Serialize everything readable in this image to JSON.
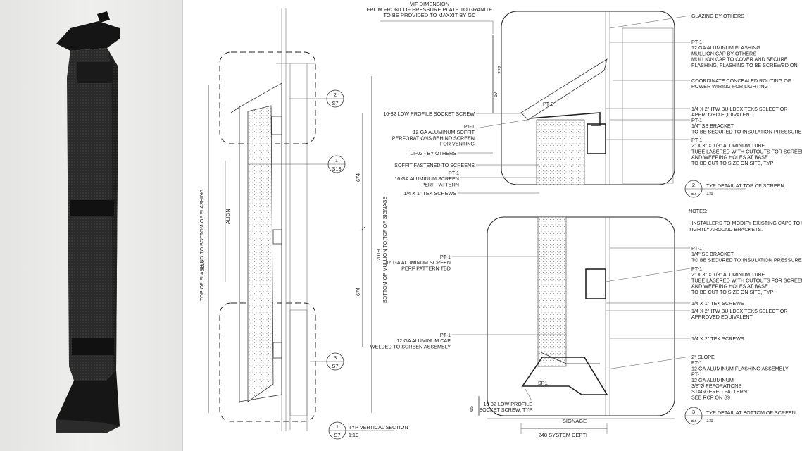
{
  "colors": {
    "render_bg": "#e9e9e7",
    "steel": "#1f1f1f",
    "line": "#333333"
  },
  "vertical_section": {
    "dims": {
      "top_to_bottom_flashing": "2016",
      "top_to_bottom_flashing_label": "TOP OF FLASHING TO BOTTOM OF FLASHING",
      "mullion_to_signage": "2019",
      "mullion_to_signage_label": "BOTTOM OF MULLION TO TOP OF SIGNAGE",
      "spacing_1": "674",
      "spacing_2": "674",
      "align": "ALIGN"
    },
    "callouts": [
      {
        "num": "2",
        "sheet": "S7"
      },
      {
        "num": "1",
        "sheet": "S13"
      },
      {
        "num": "3",
        "sheet": "S7"
      }
    ],
    "title": {
      "num": "1",
      "sheet": "S7",
      "name": "TYP VERTICAL SECTION",
      "scale": "1:10"
    }
  },
  "top_detail": {
    "vif": [
      "VIF DIMENSION",
      "FROM FRONT OF PRESSURE PLATE TO GRANITE",
      "TO BE PROVIDED TO MAXXIT BY GC"
    ],
    "dims": {
      "d1": "227",
      "d2": "57"
    },
    "tag": "PT-2",
    "left_notes": [
      [
        "10-32 LOW PROFILE SOCKET SCREW"
      ],
      [
        "PT-1",
        "12 GA ALUMINUM SOFFIT",
        "PERFORATIONS BEHIND SCREEN",
        "FOR VENTING"
      ],
      [
        "LT-02 - BY OTHERS"
      ],
      [
        "SOFFIT FASTENED TO SCREENS"
      ],
      [
        "PT-1",
        "16 GA ALUMINUM SCREEN",
        "PERF PATTERN"
      ],
      [
        "1/4 X 1\" TEK SCREWS"
      ]
    ],
    "right_notes": [
      [
        "GLAZING BY OTHERS"
      ],
      [
        "PT-1",
        "12 GA ALUMINUM FLASHING",
        "MULLION CAP BY OTHERS",
        "MULLION CAP TO COVER AND SECURE",
        "FLASHING, FLASHING TO BE SCREWED ON"
      ],
      [
        "COORDINATE CONCEALED ROUTING OF",
        "POWER WIRING FOR LIGHTING"
      ],
      [
        "1/4 X 2\" ITW BUILDEX TEKS SELECT OR",
        "APPROVED EQUIVALENT"
      ],
      [
        "PT-1",
        "1/4\" SS BRACKET",
        "TO BE SECURED TO INSULATION PRESSURE PLATE"
      ],
      [
        "PT-1",
        "2\" X 3\" X 1/8\" ALUMINUM TUBE",
        "TUBE LASERED WITH CUTOUTS FOR SCREEN",
        "AND WEEPING HOLES AT BASE",
        "TO BE CUT TO SIZE ON SITE, TYP"
      ]
    ],
    "title": {
      "num": "2",
      "sheet": "S7",
      "name": "TYP DETAIL AT TOP OF SCREEN",
      "scale": "1:5"
    }
  },
  "notes": {
    "heading": "NOTES:",
    "lines": [
      "- INSTALLERS TO MODIFY EXISTING CAPS TO FIT",
      "TIGHTLY AROUND BRACKETS."
    ]
  },
  "bottom_detail": {
    "left_notes": [
      [
        "PT-1",
        "16 GA ALUMINUM SCREEN",
        "PERF PATTERN TBD"
      ],
      [
        "PT-1",
        "12 GA ALUMINUM CAP",
        "WELDED TO SCREEN ASSEMBLY"
      ],
      [
        "10-32 LOW PROFILE",
        "SOCKET SCREW, TYP"
      ]
    ],
    "right_notes": [
      [
        "PT-1",
        "1/4\" SS BRACKET",
        "TO BE SECURED TO INSULATION PRESSURE PLATE"
      ],
      [
        "PT-1",
        "2\" X 3\" X 1/8\" ALUMINUM TUBE",
        "TUBE LASERED WITH CUTOUTS FOR SCREEN",
        "AND WEEPING HOLES AT BASE",
        "TO BE CUT TO SIZE ON SITE, TYP"
      ],
      [
        "1/4 X 1\" TEK SCREWS"
      ],
      [
        "1/4 X 2\" ITW BUILDEX TEKS SELECT OR",
        "APPROVED EQUIVALENT"
      ],
      [
        "1/4 X 2\" TEK SCREWS"
      ],
      [
        "2° SLOPE",
        "PT-1",
        "12 GA ALUMINUM FLASHING ASSEMBLY",
        "PT-1",
        "12 GA ALUMINUM",
        "3/8\"Ø PEFORATIONS",
        "STAGGERED PATTERN",
        "SEE RCP ON S9"
      ]
    ],
    "tag": "SP1",
    "dims": {
      "height": "65",
      "depth": "248 SYSTEM DEPTH",
      "signage": "SIGNAGE"
    },
    "title": {
      "num": "3",
      "sheet": "S7",
      "name": "TYP DETAIL AT BOTTOM OF SCREEN",
      "scale": "1:5"
    }
  }
}
